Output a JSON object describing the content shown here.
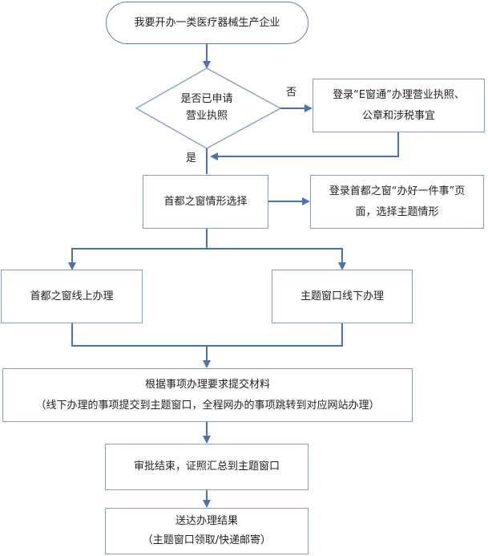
{
  "diagram": {
    "start": "我要开办一类医疗器械生产企业",
    "decision": {
      "line1": "是否已申请",
      "line2": "营业执照"
    },
    "branch_no_label": "否",
    "branch_yes_label": "是",
    "no_action": {
      "line1": "登录“E窗通”办理营业执照、",
      "line2": "公章和涉税事宜"
    },
    "select_situation": "首都之窗情形选择",
    "select_note": {
      "line1": "登录首都之窗“办好一件事”页",
      "line2": "面，选择主题情形"
    },
    "online": "首都之窗线上办理",
    "offline": "主题窗口线下办理",
    "submit": {
      "line1": "根据事项办理要求提交材料",
      "line2": "（线下办理的事项提交到主题窗口，全程网办的事项跳转到对应网站办理）"
    },
    "approval": "审批结束，证照汇总到主题窗口",
    "delivery": {
      "line1": "送达办理结果",
      "line2": "（主题窗口领取/快递邮寄）"
    }
  },
  "colors": {
    "line": "#4a72b8",
    "border": "#7f9ccc"
  }
}
